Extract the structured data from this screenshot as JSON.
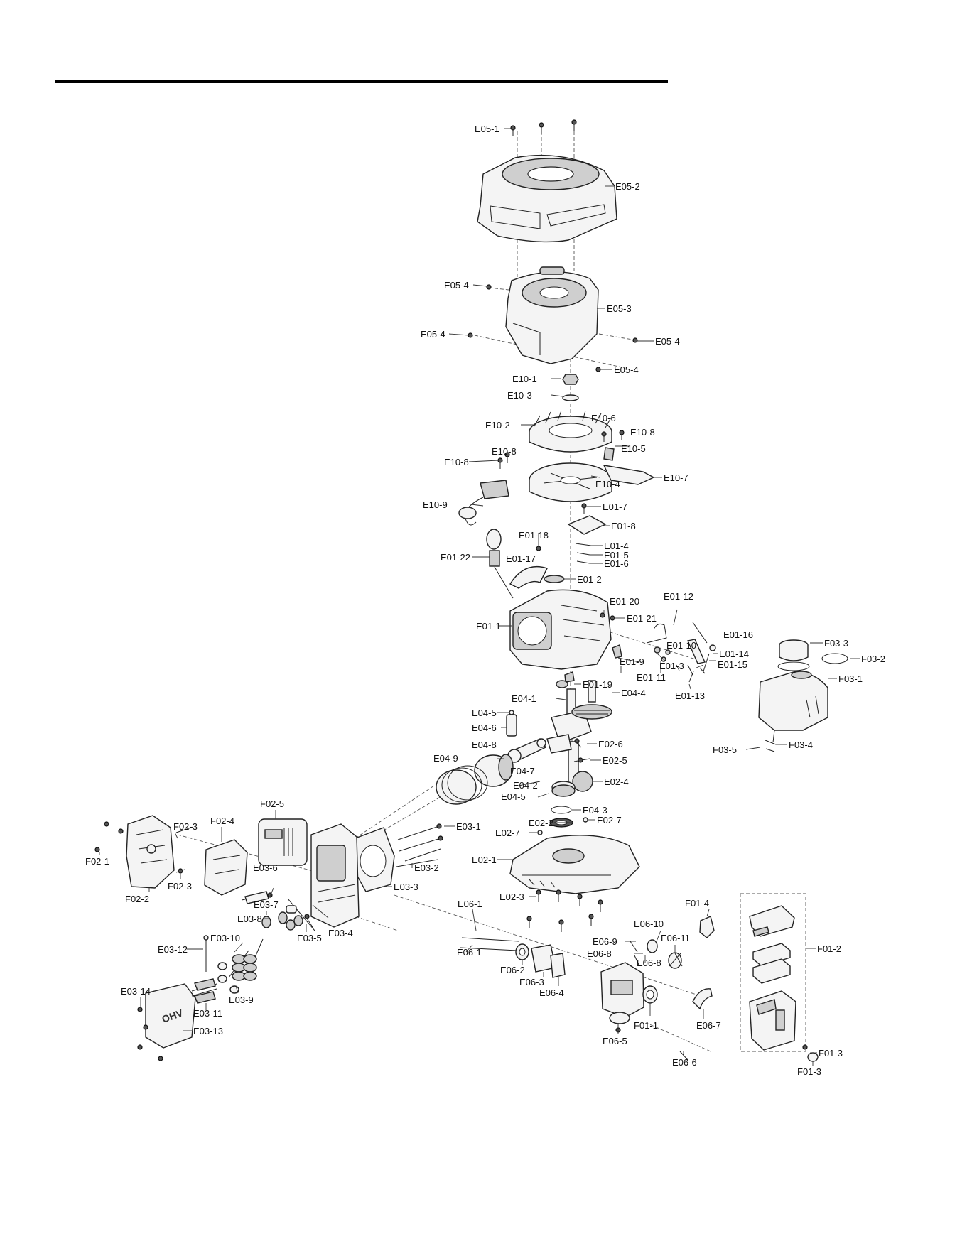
{
  "labels": {
    "E05-1": "E05-1",
    "E05-2": "E05-2",
    "E05-3": "E05-3",
    "E05-4a": "E05-4",
    "E05-4b": "E05-4",
    "E05-4c": "E05-4",
    "E05-4d": "E05-4",
    "E10-1": "E10-1",
    "E10-2": "E10-2",
    "E10-3": "E10-3",
    "E10-4": "E10-4",
    "E10-5": "E10-5",
    "E10-6": "E10-6",
    "E10-7": "E10-7",
    "E10-8a": "E10-8",
    "E10-8b": "E10-8",
    "E10-8c": "E10-8",
    "E10-9": "E10-9",
    "E01-1": "E01-1",
    "E01-2": "E01-2",
    "E01-3": "E01-3",
    "E01-4": "E01-4",
    "E01-5": "E01-5",
    "E01-6": "E01-6",
    "E01-7": "E01-7",
    "E01-8": "E01-8",
    "E01-9": "E01-9",
    "E01-10": "E01-10",
    "E01-11": "E01-11",
    "E01-12": "E01-12",
    "E01-13": "E01-13",
    "E01-14": "E01-14",
    "E01-15": "E01-15",
    "E01-16": "E01-16",
    "E01-17": "E01-17",
    "E01-18": "E01-18",
    "E01-19": "E01-19",
    "E01-20": "E01-20",
    "E01-21": "E01-21",
    "E01-22": "E01-22",
    "F03-1": "F03-1",
    "F03-2": "F03-2",
    "F03-3": "F03-3",
    "F03-4": "F03-4",
    "F03-5": "F03-5",
    "E04-1": "E04-1",
    "E04-2": "E04-2",
    "E04-3": "E04-3",
    "E04-4": "E04-4",
    "E04-5a": "E04-5",
    "E04-5b": "E04-5",
    "E04-6": "E04-6",
    "E04-7": "E04-7",
    "E04-8": "E04-8",
    "E04-9": "E04-9",
    "E02-1": "E02-1",
    "E02-2": "E02-2",
    "E02-3": "E02-3",
    "E02-4": "E02-4",
    "E02-5": "E02-5",
    "E02-6": "E02-6",
    "E02-7a": "E02-7",
    "E02-7b": "E02-7",
    "E03-1": "E03-1",
    "E03-2": "E03-2",
    "E03-3": "E03-3",
    "E03-4": "E03-4",
    "E03-5": "E03-5",
    "E03-6": "E03-6",
    "E03-7": "E03-7",
    "E03-8": "E03-8",
    "E03-9": "E03-9",
    "E03-10": "E03-10",
    "E03-11": "E03-11",
    "E03-12": "E03-12",
    "E03-13": "E03-13",
    "E03-14": "E03-14",
    "F02-1": "F02-1",
    "F02-2": "F02-2",
    "F02-3a": "F02-3",
    "F02-3b": "F02-3",
    "F02-4": "F02-4",
    "F02-5": "F02-5",
    "E06-1a": "E06-1",
    "E06-1b": "E06-1",
    "E06-2": "E06-2",
    "E06-3": "E06-3",
    "E06-4": "E06-4",
    "E06-5": "E06-5",
    "E06-6": "E06-6",
    "E06-7": "E06-7",
    "E06-8a": "E06-8",
    "E06-8b": "E06-8",
    "E06-9": "E06-9",
    "E06-10": "E06-10",
    "E06-11": "E06-11",
    "F01-1": "F01-1",
    "F01-2": "F01-2",
    "F01-3a": "F01-3",
    "F01-3b": "F01-3",
    "F01-4": "F01-4"
  },
  "muffler_cover_text": "OHV",
  "colors": {
    "ink": "#111111",
    "part_fill": "#f4f4f4",
    "part_dark": "#cfcfcf"
  }
}
